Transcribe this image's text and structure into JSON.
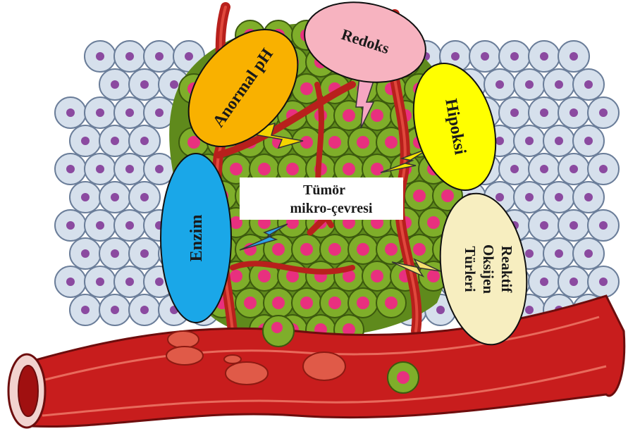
{
  "diagram": {
    "center_label": {
      "line1": "Tümör",
      "line2": "mikro-çevresi"
    },
    "stimuli": [
      {
        "id": "anormal-ph",
        "label": "Anormal pH",
        "color": "#f9b100"
      },
      {
        "id": "redoks",
        "label": "Redoks",
        "color": "#f7b3c0"
      },
      {
        "id": "hipoksi",
        "label": "Hipoksi",
        "color": "#ffff00"
      },
      {
        "id": "enzim",
        "label": "Enzim",
        "color": "#1aa7e8"
      },
      {
        "id": "ros",
        "label_lines": [
          "Reaktif",
          "Oksijen",
          "Türleri"
        ],
        "color": "#f7eec0"
      }
    ],
    "colors": {
      "normal_cell": "#d6e0ec",
      "normal_nucleus": "#8b4aa0",
      "tumor_cell": "#7fae2a",
      "tumor_nucleus": "#e8307f",
      "vessel": "#c01a1a",
      "vessel_dark": "#7a0c0c"
    }
  }
}
